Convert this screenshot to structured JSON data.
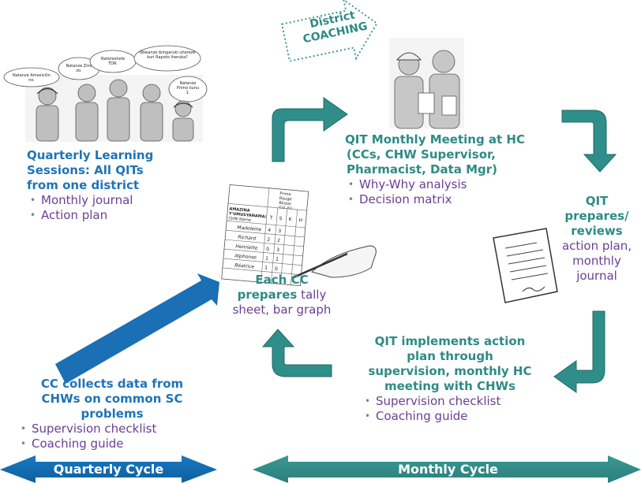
{
  "district_coaching": {
    "line1": "District",
    "line2": "COACHING"
  },
  "speech_bubbles": [
    "Natanze Amoxicilin no.",
    "Natanze Zinc zo.",
    "Natoreshele TDR.",
    "Ubwanze ibingaruki uhereze kuri Rapoto iheruka?",
    "Natanze Primo kunu 1."
  ],
  "quarterly_learning": {
    "title": [
      "Quarterly Learning",
      "Sessions: All QITs",
      "from one district"
    ],
    "bullets": [
      "Monthly journal",
      "Action plan"
    ]
  },
  "qit_meeting": {
    "title": [
      "QIT Monthly Meeting at HC",
      "(CCs, CHW Supervisor,",
      "Pharmacist, Data Mgr)"
    ],
    "bullets": [
      "Why-Why analysis",
      "Decision matrix"
    ]
  },
  "qit_prepares": {
    "bold": [
      "QIT",
      "prepares/",
      "reviews"
    ],
    "rest": [
      "action plan,",
      "monthly",
      "journal"
    ]
  },
  "each_cc": {
    "bold": [
      "Each CC",
      "prepares"
    ],
    "rest1": " tally",
    "rest2": "sheet, bar graph"
  },
  "tally_sheet": {
    "header_top": [
      "Primo",
      "Rouge",
      "Blister",
      "(Cat. 01)"
    ],
    "header_left": [
      "AMAZINA",
      "Y'UMUSYANAMA/",
      "CHW Name"
    ],
    "cols": [
      "T",
      "S",
      "K",
      "H"
    ],
    "rows": [
      {
        "name": "Madeleine",
        "v": [
          "4",
          "3"
        ]
      },
      {
        "name": "Richard",
        "v": [
          "2",
          "2"
        ]
      },
      {
        "name": "Henriette",
        "v": [
          "0",
          "3"
        ]
      },
      {
        "name": "Alphonse",
        "v": [
          "1",
          "1"
        ]
      },
      {
        "name": "Béatrice",
        "v": [
          "1",
          "0"
        ]
      }
    ]
  },
  "qit_implements": {
    "title": [
      "QIT implements action",
      "plan through",
      "supervision, monthly HC",
      "meeting with CHWs"
    ],
    "bullets": [
      "Supervision checklist",
      "Coaching guide"
    ]
  },
  "cc_collects": {
    "title": [
      "CC collects data from",
      "CHWs on common SC",
      "problems"
    ],
    "bullets": [
      "Supervision checklist",
      "Coaching guide"
    ]
  },
  "bands": {
    "quarterly": "Quarterly Cycle",
    "monthly": "Monthly Cycle"
  },
  "colors": {
    "blue": "#1f74b6",
    "teal": "#2d8b86",
    "purple": "#6a3f95"
  }
}
